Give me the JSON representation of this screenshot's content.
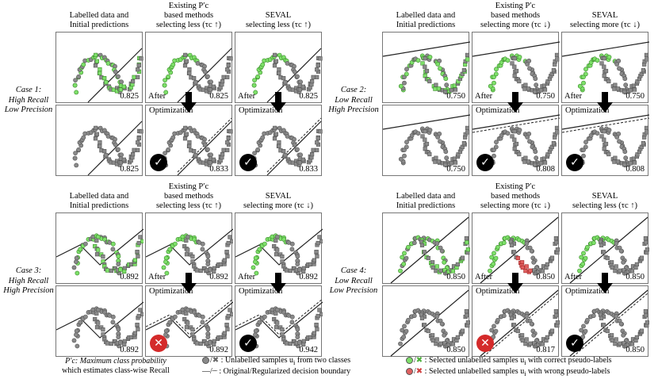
{
  "headers": {
    "labelled": [
      "Labelled data and",
      "Initial predictions"
    ],
    "existing_less": [
      "Existing P′c",
      "based methods",
      "selecting less (τc ↑)"
    ],
    "existing_more": [
      "Existing P′c",
      "based methods",
      "selecting more (τc ↓)"
    ],
    "seval_less": [
      "SEVAL",
      "selecting less (τc ↑)"
    ],
    "seval_more": [
      "SEVAL",
      "selecting more (τc ↓)"
    ]
  },
  "labels": {
    "after": "After",
    "optimization": "Optimization"
  },
  "cases": [
    {
      "title": "Case 1:",
      "recall": "High Recall",
      "precision": "Low Precision",
      "columns": [
        "labelled",
        "existing_less",
        "seval_less"
      ],
      "top_scores": [
        "0.825",
        "0.825",
        "0.825"
      ],
      "bottom_scores": [
        "0.825",
        "0.833",
        "0.833"
      ],
      "result": [
        "check",
        "check"
      ]
    },
    {
      "title": "Case 2:",
      "recall": "Low Recall",
      "precision": "High Precision",
      "columns": [
        "labelled",
        "existing_more",
        "seval_more"
      ],
      "top_scores": [
        "0.750",
        "0.750",
        "0.750"
      ],
      "bottom_scores": [
        "0.750",
        "0.808",
        "0.808"
      ],
      "result": [
        "check",
        "check"
      ]
    },
    {
      "title": "Case 3:",
      "recall": "High Recall",
      "precision": "High Precision",
      "columns": [
        "labelled",
        "existing_less",
        "seval_more"
      ],
      "top_scores": [
        "0.892",
        "0.892",
        "0.892"
      ],
      "bottom_scores": [
        "0.892",
        "0.892",
        "0.942"
      ],
      "result": [
        "cross",
        "check"
      ]
    },
    {
      "title": "Case 4:",
      "recall": "Low Recall",
      "precision": "Low Precision",
      "columns": [
        "labelled",
        "existing_more",
        "seval_less"
      ],
      "top_scores": [
        "0.850",
        "0.850",
        "0.850"
      ],
      "bottom_scores": [
        "0.850",
        "0.817",
        "0.850"
      ],
      "result": [
        "cross",
        "check"
      ]
    }
  ],
  "legend": {
    "pc_line1": "P′c: Maximum class probability",
    "pc_line2": "which estimates class-wise Recall",
    "unlabelled": ": Unlabelled samples u",
    "unlabelled_tail": " from two classes",
    "boundary": ": Original/Regularized decision boundary",
    "correct": ": Selected unlabelled samples u",
    "correct_tail": " with correct pseudo-labels",
    "wrong": ": Selected unlabelled samples u",
    "wrong_tail": " with wrong pseudo-labels"
  },
  "colors": {
    "gray": "#8a8a8a",
    "green": "#7ee06a",
    "red": "#e06060",
    "check_bg": "#000000",
    "cross_bg": "#d42a2a"
  }
}
